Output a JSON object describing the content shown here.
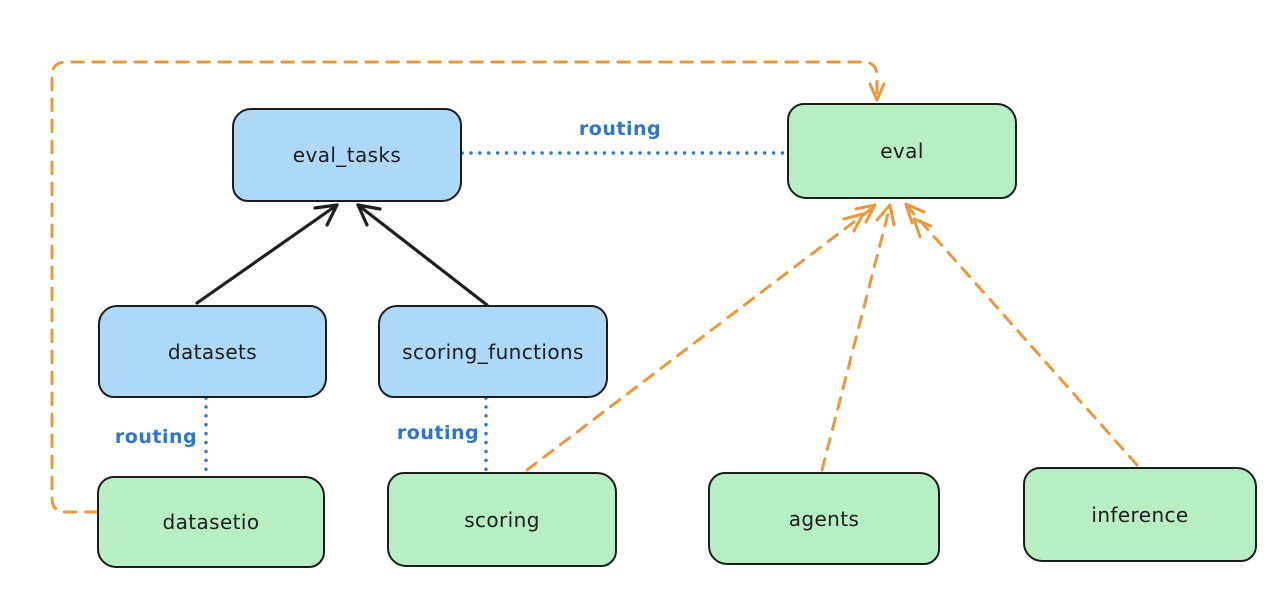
{
  "diagram": {
    "colors": {
      "background": "#ffffff",
      "blue_node_fill": "#aed8f8",
      "green_node_fill": "#b7eec3",
      "node_border": "#1d1d1d",
      "black_edge": "#1f1f1f",
      "blue_edge": "#2f74cd",
      "orange_edge": "#e8993c"
    },
    "nodes": [
      {
        "id": "eval_tasks",
        "label": "eval_tasks",
        "color": "blue"
      },
      {
        "id": "eval",
        "label": "eval",
        "color": "green"
      },
      {
        "id": "datasets",
        "label": "datasets",
        "color": "blue"
      },
      {
        "id": "scoring_functions",
        "label": "scoring_functions",
        "color": "blue"
      },
      {
        "id": "datasetio",
        "label": "datasetio",
        "color": "green"
      },
      {
        "id": "scoring",
        "label": "scoring",
        "color": "green"
      },
      {
        "id": "agents",
        "label": "agents",
        "color": "green"
      },
      {
        "id": "inference",
        "label": "inference",
        "color": "green"
      }
    ],
    "edges": [
      {
        "from": "datasets",
        "to": "eval_tasks",
        "style": "solid-black-arrow",
        "label": ""
      },
      {
        "from": "scoring_functions",
        "to": "eval_tasks",
        "style": "solid-black-arrow",
        "label": ""
      },
      {
        "from": "eval_tasks",
        "to": "eval",
        "style": "dotted-blue",
        "label": "routing"
      },
      {
        "from": "datasets",
        "to": "datasetio",
        "style": "dotted-blue",
        "label": "routing"
      },
      {
        "from": "scoring_functions",
        "to": "scoring",
        "style": "dotted-blue",
        "label": "routing"
      },
      {
        "from": "datasetio",
        "to": "eval",
        "style": "dashed-orange-arrow",
        "label": ""
      },
      {
        "from": "scoring",
        "to": "eval",
        "style": "dashed-orange-arrow",
        "label": ""
      },
      {
        "from": "agents",
        "to": "eval",
        "style": "dashed-orange-arrow",
        "label": ""
      },
      {
        "from": "inference",
        "to": "eval",
        "style": "dashed-orange-arrow",
        "label": ""
      }
    ]
  }
}
